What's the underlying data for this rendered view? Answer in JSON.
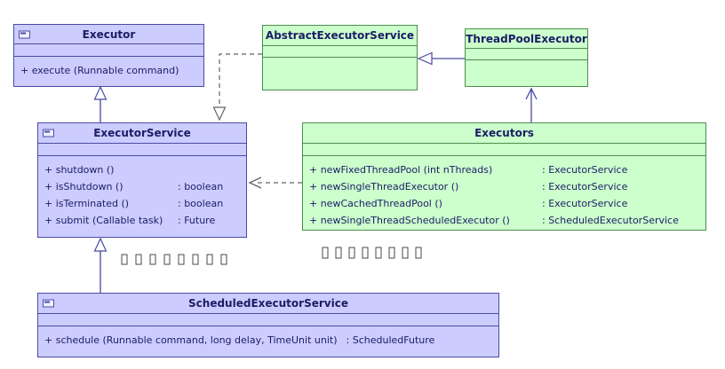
{
  "diagram_title": "Java Executor framework UML class diagram",
  "colors": {
    "interface_fill": "#ccccff",
    "interface_border": "#4b4ba6",
    "class_fill": "#ccffcc",
    "class_border": "#4e8d4e",
    "text": "#1c1c66",
    "background": "#ffffff"
  },
  "boxes": {
    "executor": {
      "title": "Executor",
      "kind": "interface",
      "methods": [
        {
          "left": "+  execute (Runnable command)",
          "right": ""
        }
      ]
    },
    "abstract_executor_service": {
      "title": "AbstractExecutorService",
      "kind": "class",
      "methods": []
    },
    "thread_pool_executor": {
      "title": "ThreadPoolExecutor",
      "kind": "class",
      "methods": []
    },
    "executor_service": {
      "title": "ExecutorService",
      "kind": "interface",
      "methods": [
        {
          "left": "+  shutdown ()",
          "right": ""
        },
        {
          "left": "+  isShutdown ()",
          "right": ":  boolean"
        },
        {
          "left": "+  isTerminated ()",
          "right": ":  boolean"
        },
        {
          "left": "+  submit (Callable task)",
          "right": ":  Future"
        }
      ]
    },
    "executors": {
      "title": "Executors",
      "kind": "class",
      "methods": [
        {
          "left": "+  newFixedThreadPool (int nThreads)",
          "right": ":  ExecutorService"
        },
        {
          "left": "+  newSingleThreadExecutor ()",
          "right": ":  ExecutorService"
        },
        {
          "left": "+  newCachedThreadPool ()",
          "right": ":  ExecutorService"
        },
        {
          "left": "+  newSingleThreadScheduledExecutor ()",
          "right": ":  ScheduledExecutorService"
        }
      ]
    },
    "scheduled_executor_service": {
      "title": "ScheduledExecutorService",
      "kind": "interface",
      "methods": [
        {
          "left": "+  schedule (Runnable command, long delay, TimeUnit unit)",
          "right": ":  ScheduledFuture"
        }
      ]
    }
  },
  "relationships": [
    {
      "from": "ExecutorService",
      "to": "Executor",
      "type": "generalization"
    },
    {
      "from": "AbstractExecutorService",
      "to": "ExecutorService",
      "type": "realization"
    },
    {
      "from": "ThreadPoolExecutor",
      "to": "AbstractExecutorService",
      "type": "generalization"
    },
    {
      "from": "Executors",
      "to": "ThreadPoolExecutor",
      "type": "association"
    },
    {
      "from": "Executors",
      "to": "ExecutorService",
      "type": "dependency"
    },
    {
      "from": "ScheduledExecutorService",
      "to": "ExecutorService",
      "type": "generalization"
    }
  ]
}
